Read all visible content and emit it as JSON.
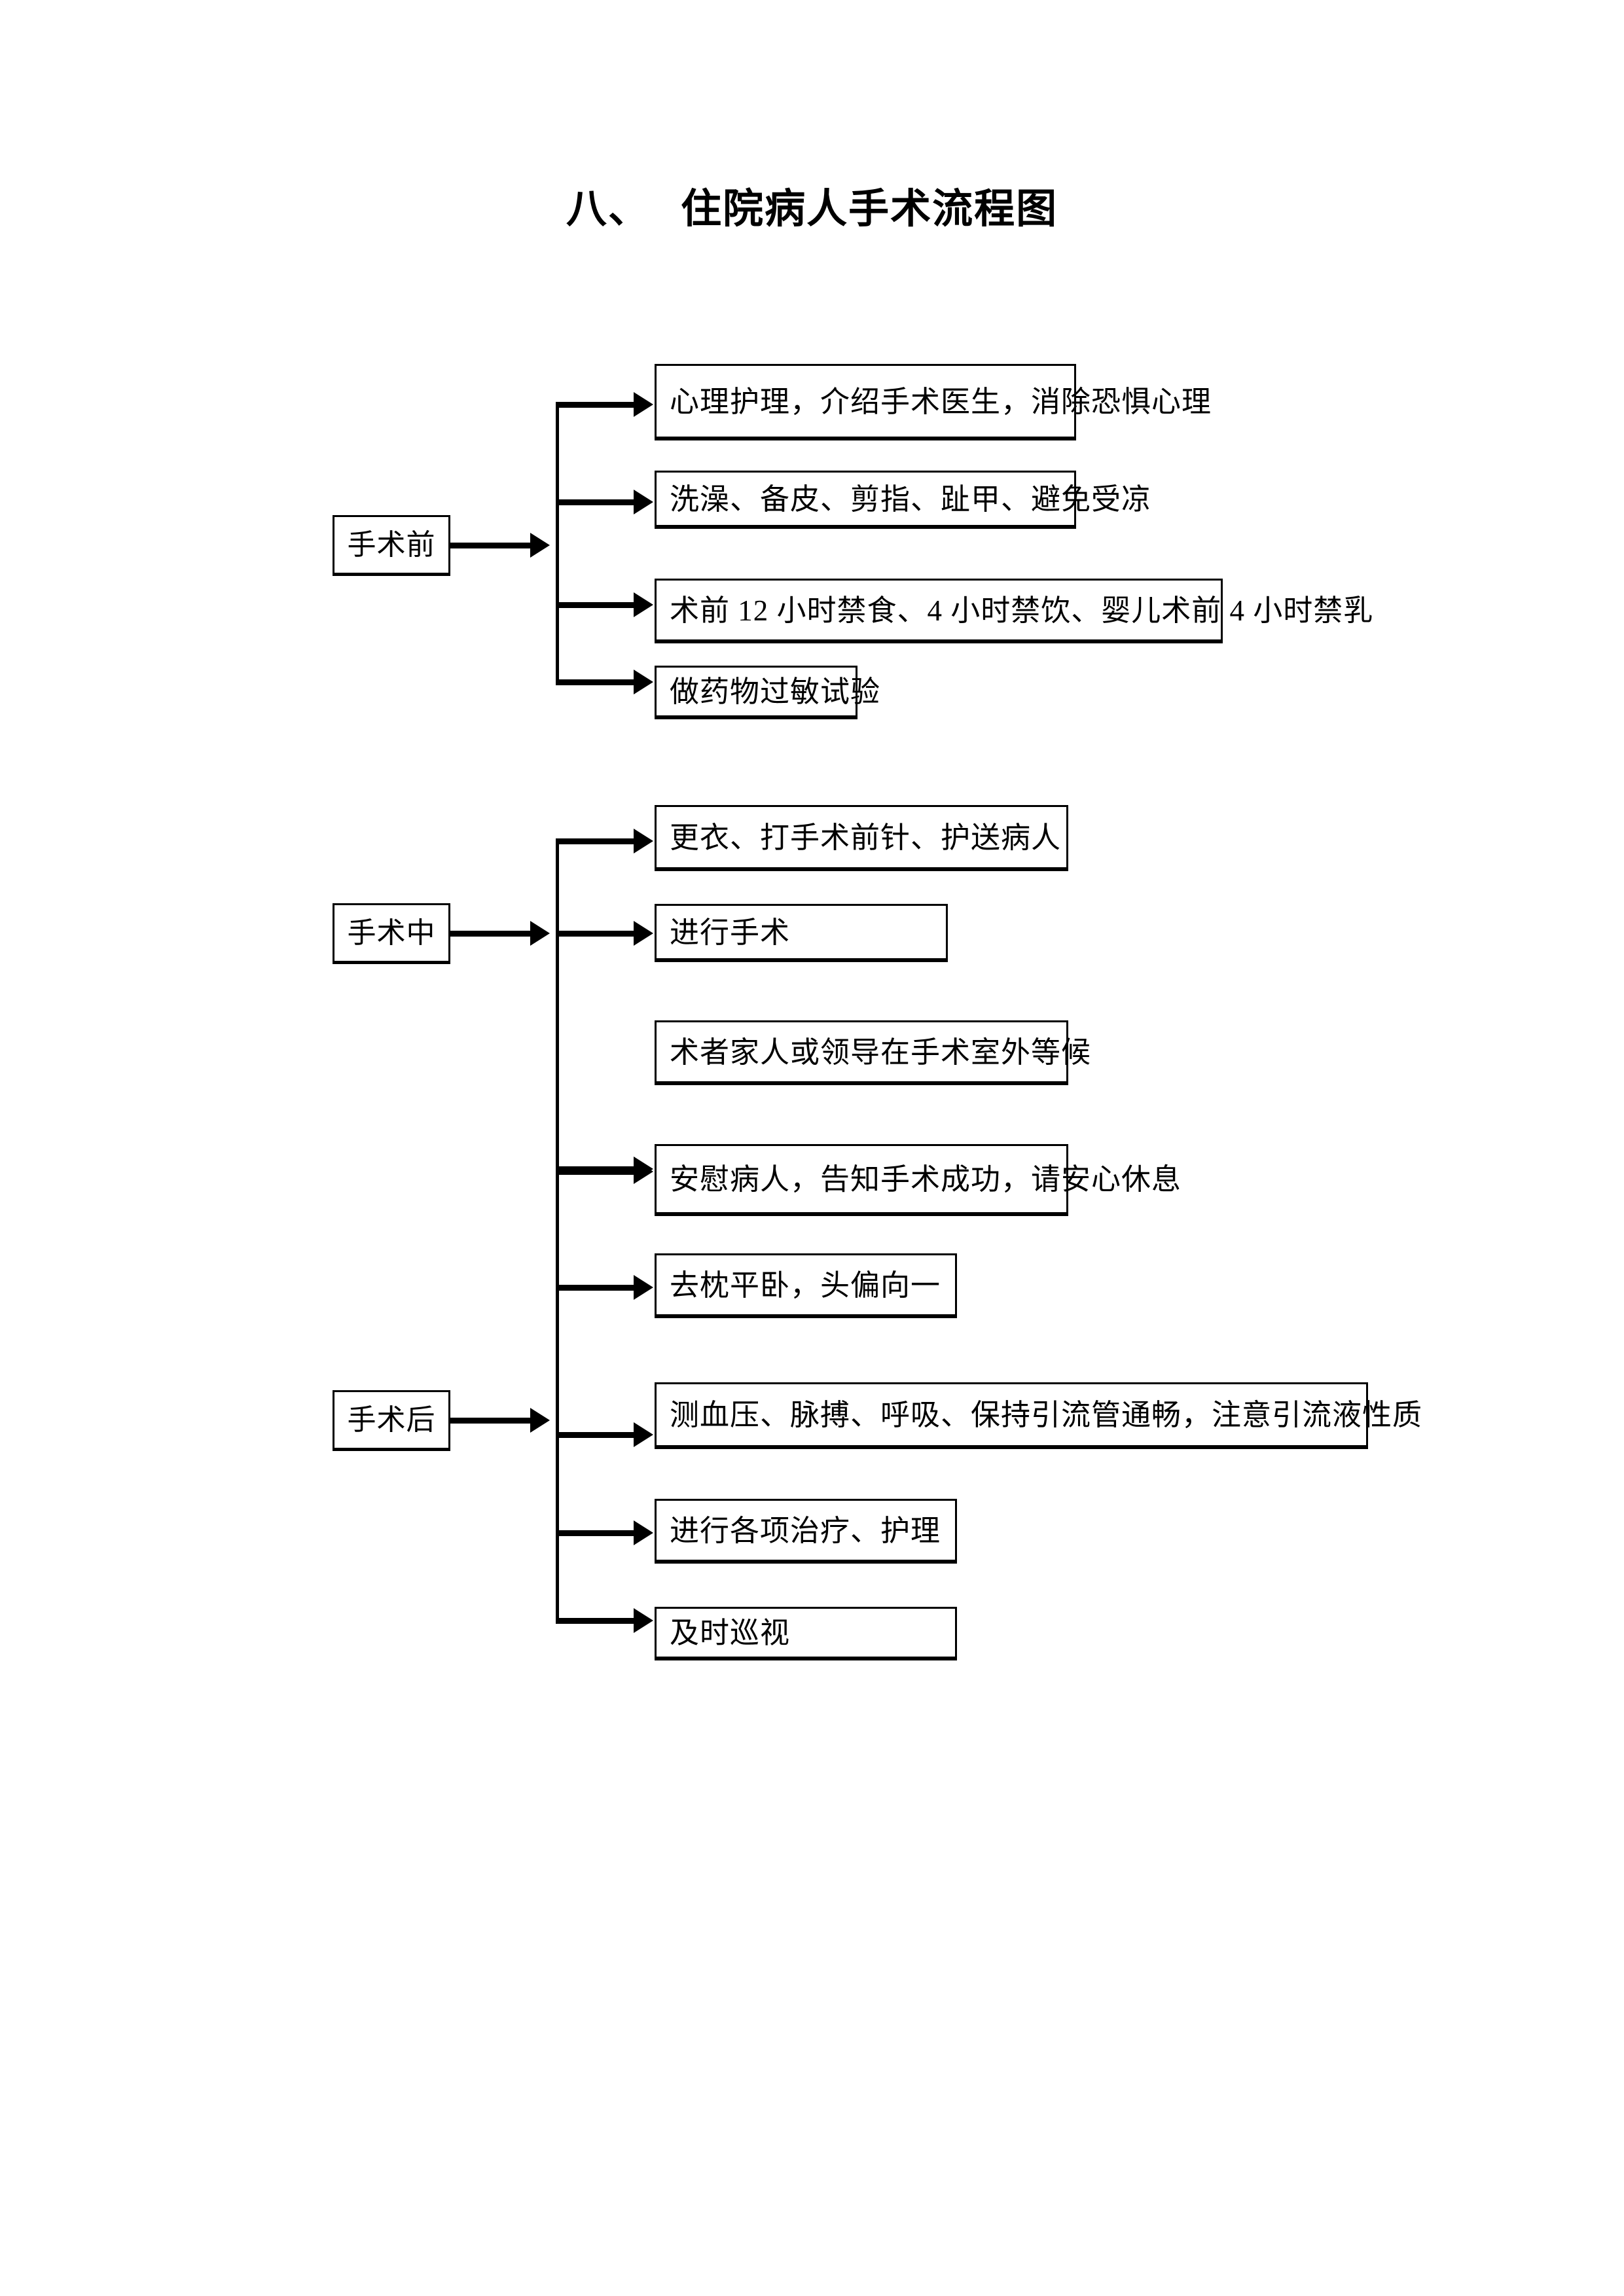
{
  "document": {
    "title": "八、  住院病人手术流程图"
  },
  "flowchart": {
    "type": "process-flow",
    "orientation": "left-to-right",
    "colors": {
      "line": "#000000",
      "box_fill": "#ffffff",
      "text": "#000000"
    },
    "sections": [
      {
        "id": "pre-op",
        "stage_label": "手术前",
        "tasks": [
          {
            "id": "pre-op-task-1",
            "label": "心理护理，介绍手术医生，消除恐惧心理"
          },
          {
            "id": "pre-op-task-2",
            "label": "洗澡、备皮、剪指、趾甲、避免受凉"
          },
          {
            "id": "pre-op-task-3",
            "label": "术前 12 小时禁食、4 小时禁饮、婴儿术前 4 小时禁乳"
          },
          {
            "id": "pre-op-task-4",
            "label": "做药物过敏试验"
          }
        ]
      },
      {
        "id": "intra-op",
        "stage_label": "手术中",
        "tasks": [
          {
            "id": "intra-op-task-1",
            "label": "更衣、打手术前针、护送病人"
          },
          {
            "id": "intra-op-task-2",
            "label": "进行手术"
          },
          {
            "id": "intra-op-task-3",
            "label": "术者家人或领导在手术室外等候"
          }
        ]
      },
      {
        "id": "post-op",
        "stage_label": "手术后",
        "tasks": [
          {
            "id": "post-op-task-1",
            "label": "安慰病人，告知手术成功，请安心休息"
          },
          {
            "id": "post-op-task-2",
            "label": "去枕平卧，头偏向一"
          },
          {
            "id": "post-op-task-3",
            "label": "测血压、脉搏、呼吸、保持引流管通畅，注意引流液性质"
          },
          {
            "id": "post-op-task-4",
            "label": "进行各项治疗、护理"
          },
          {
            "id": "post-op-task-5",
            "label": "及时巡视"
          }
        ]
      }
    ]
  }
}
